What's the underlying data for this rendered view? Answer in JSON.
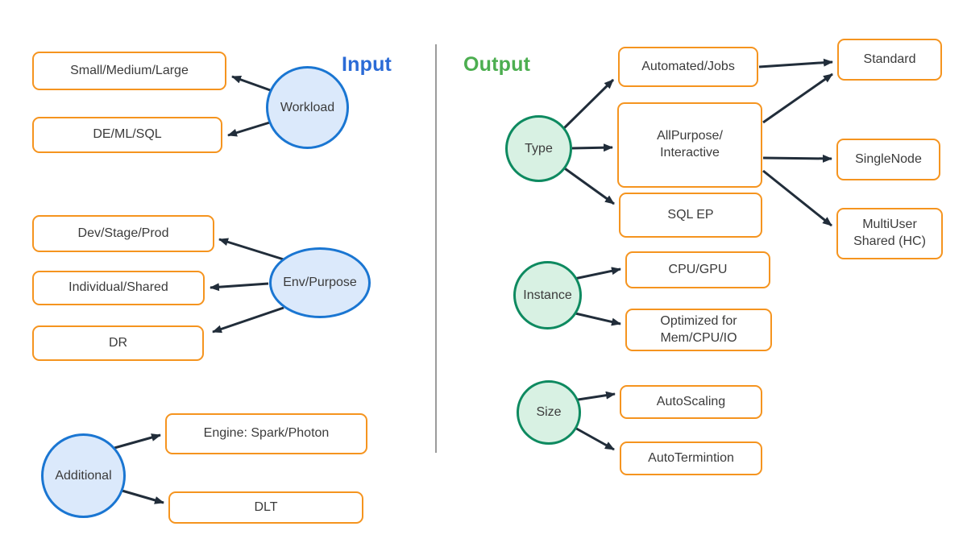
{
  "sections": {
    "input": {
      "label": "Input",
      "nodes": {
        "workload": "Workload",
        "env_purpose": "Env/Purpose",
        "additional": "Additional"
      },
      "boxes": {
        "small_medium_large": "Small/Medium/Large",
        "de_ml_sql": "DE/ML/SQL",
        "dev_stage_prod": "Dev/Stage/Prod",
        "individual_shared": "Individual/Shared",
        "dr": "DR",
        "engine_spark_photon": "Engine: Spark/Photon",
        "dlt": "DLT"
      }
    },
    "output": {
      "label": "Output",
      "nodes": {
        "type": "Type",
        "instance": "Instance",
        "size": "Size"
      },
      "boxes": {
        "automated_jobs": "Automated/Jobs",
        "allpurpose_line1": "AllPurpose/",
        "allpurpose_line2": "Interactive",
        "sql_ep": "SQL EP",
        "standard": "Standard",
        "single_node": "SingleNode",
        "multiuser_line1": "MultiUser",
        "multiuser_line2": "Shared (HC)",
        "cpu_gpu": "CPU/GPU",
        "optimized_line1": "Optimized for",
        "optimized_line2": "Mem/CPU/IO",
        "autoscaling": "AutoScaling",
        "autotermination": "AutoTermintion"
      }
    }
  },
  "edges": [
    {
      "from": "Workload",
      "to": "Small/Medium/Large"
    },
    {
      "from": "Workload",
      "to": "DE/ML/SQL"
    },
    {
      "from": "Env/Purpose",
      "to": "Dev/Stage/Prod"
    },
    {
      "from": "Env/Purpose",
      "to": "Individual/Shared"
    },
    {
      "from": "Env/Purpose",
      "to": "DR"
    },
    {
      "from": "Additional",
      "to": "Engine: Spark/Photon"
    },
    {
      "from": "Additional",
      "to": "DLT"
    },
    {
      "from": "Type",
      "to": "Automated/Jobs"
    },
    {
      "from": "Type",
      "to": "AllPurpose/Interactive"
    },
    {
      "from": "Type",
      "to": "SQL EP"
    },
    {
      "from": "Automated/Jobs",
      "to": "Standard"
    },
    {
      "from": "AllPurpose/Interactive",
      "to": "Standard"
    },
    {
      "from": "AllPurpose/Interactive",
      "to": "SingleNode"
    },
    {
      "from": "AllPurpose/Interactive",
      "to": "MultiUser Shared (HC)"
    },
    {
      "from": "Instance",
      "to": "CPU/GPU"
    },
    {
      "from": "Instance",
      "to": "Optimized for Mem/CPU/IO"
    },
    {
      "from": "Size",
      "to": "AutoScaling"
    },
    {
      "from": "Size",
      "to": "AutoTermintion"
    }
  ],
  "colors": {
    "box_border": "#f5941f",
    "input_node_fill": "#dbe9fb",
    "input_node_border": "#1a76d2",
    "output_node_fill": "#d8f1e3",
    "output_node_border": "#0e8a60",
    "input_label": "#2b6bd6",
    "output_label": "#4cae50",
    "arrow": "#212d3a",
    "text": "#3b3b3b",
    "divider": "#9b9b9b"
  }
}
